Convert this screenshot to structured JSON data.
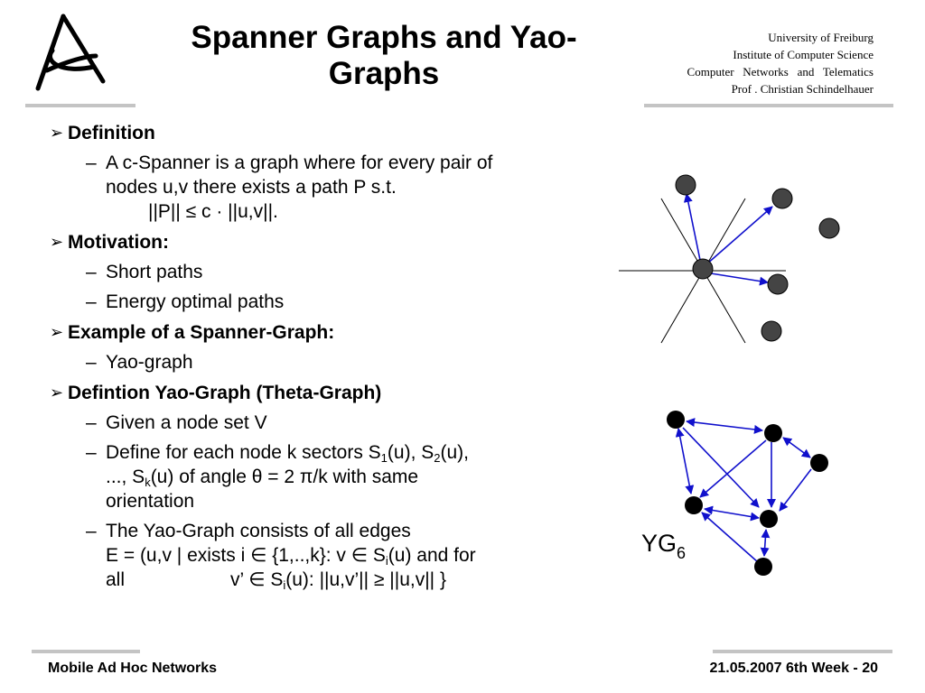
{
  "header": {
    "title_line1": "Spanner Graphs and Yao-",
    "title_line2": "Graphs",
    "institution": [
      "University of Freiburg",
      "Institute of Computer Science",
      "Computer   Networks   and   Telematics",
      "Prof . Christian Schindelhauer"
    ]
  },
  "content": {
    "definition": {
      "heading": "Definition",
      "line1": "A c-Spanner is a graph where for every pair of",
      "line2": "nodes u,v there exists a path P s.t.",
      "line3": "||P|| ≤ c · ||u,v||."
    },
    "motivation": {
      "heading": "Motivation:",
      "items": [
        "Short paths",
        "Energy optimal paths"
      ]
    },
    "example": {
      "heading": "Example of a Spanner-Graph:",
      "item": "Yao-graph"
    },
    "yao_def": {
      "heading": "Defintion Yao-Graph (Theta-Graph)",
      "item1": "Given a node set V",
      "item2_a": "Define for each node k sectors S",
      "item2_sub1": "1",
      "item2_b": "(u), S",
      "item2_sub2": "2",
      "item2_c": "(u),",
      "item2_d": "..., S",
      "item2_subk": "k",
      "item2_e": "(u) of angle θ = 2 π/k with same",
      "item2_f": "orientation",
      "item3_line1": "The Yao-Graph consists of all edges",
      "item3_a": "E = (u,v | exists i ∈ {1,..,k}: v ∈ S",
      "item3_sub1": "i",
      "item3_b": "(u) and for",
      "item3_c": "all",
      "item3_d": "v’  ∈ S",
      "item3_sub2": "i",
      "item3_e": "(u): ||u,v’|| ≥ ||u,v|| }"
    }
  },
  "yg_label": {
    "text": "YG",
    "sub": "6"
  },
  "footer": {
    "left": "Mobile Ad Hoc Networks",
    "right": "21.05.2007 6th Week - 20"
  },
  "colors": {
    "edge": "#1010cc",
    "node_dark": "#444444",
    "node_black": "#000000",
    "divider": "#c4c4c4"
  }
}
